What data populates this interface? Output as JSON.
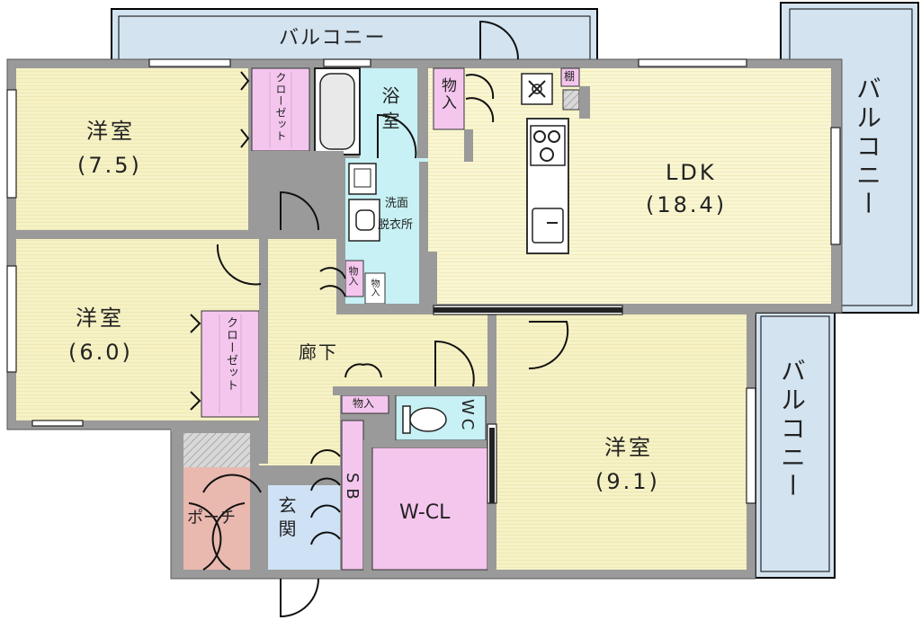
{
  "colors": {
    "wall": "#9a9a9a",
    "room_floor": "#f6f2c6",
    "balcony": "#d3e3f0",
    "bath": "#c7f1f4",
    "storage": "#f4c6ee",
    "porch": "#e9b8ae",
    "genkan": "#cfe2f5",
    "ldk_floor": "#f9f6d2"
  },
  "balconies": {
    "top": "バルコニー",
    "right_upper": "バルコニー",
    "right_lower": "バルコニー"
  },
  "rooms": {
    "western_1": {
      "name": "洋室",
      "size": "(7.5)"
    },
    "western_2": {
      "name": "洋室",
      "size": "(6.0)"
    },
    "western_3": {
      "name": "洋室",
      "size": "(9.1)"
    },
    "ldk": {
      "name": "LDK",
      "size": "(18.4)"
    },
    "bath": "浴室",
    "washroom_line1": "洗面",
    "washroom_line2": "脱衣所",
    "corridor": "廊下",
    "genkan": "玄関",
    "porch": "ポーチ",
    "walk_in_closet": "W-CL",
    "toilet": "WC",
    "shoe_box": "SB"
  },
  "storage": {
    "closet_1": "クローゼット",
    "closet_2": "クローゼット",
    "monoire_top": "物入",
    "monoire_mid": "物入",
    "monoire_small": "物入",
    "monoire_toilet": "物入",
    "shelf": "棚"
  },
  "icons": [
    "stove-icon",
    "sink-icon",
    "toilet-icon",
    "bathtub-icon",
    "washer-icon",
    "basin-icon"
  ]
}
